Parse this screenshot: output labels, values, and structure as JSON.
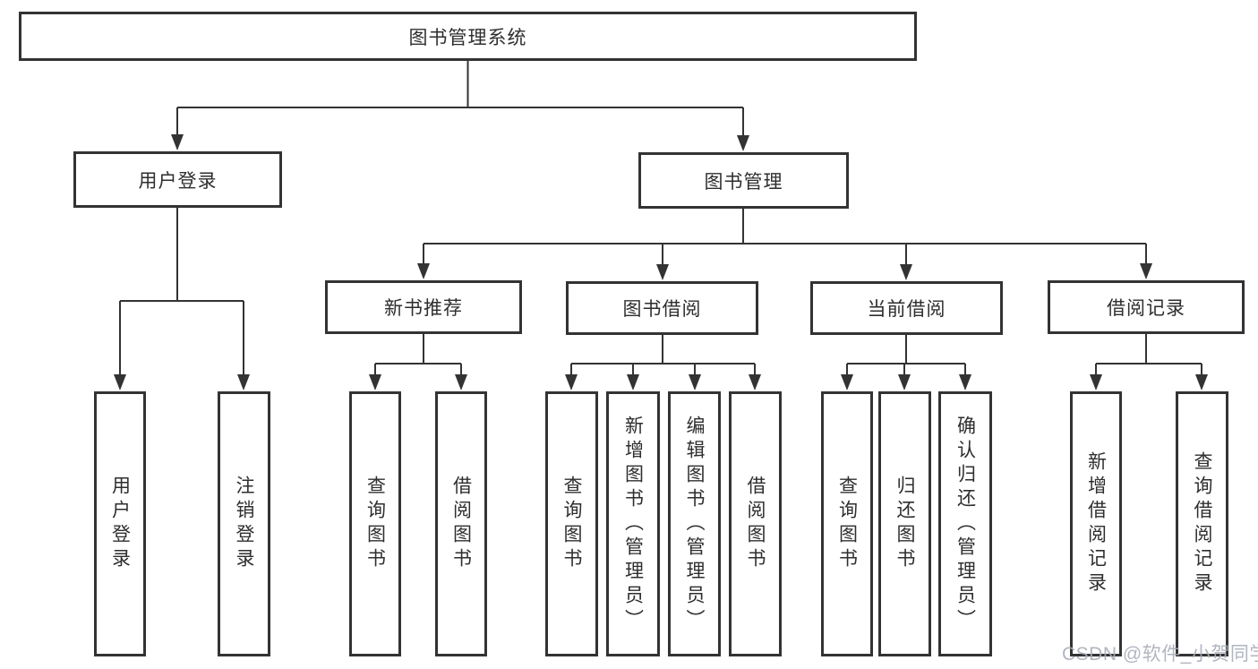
{
  "diagram": {
    "root": {
      "label": "图书管理系统",
      "children": [
        {
          "label": "用户登录",
          "children": [
            {
              "label": "用户登录"
            },
            {
              "label": "注销登录"
            }
          ]
        },
        {
          "label": "图书管理",
          "children": [
            {
              "label": "新书推荐",
              "children": [
                {
                  "label": "查询图书"
                },
                {
                  "label": "借阅图书"
                }
              ]
            },
            {
              "label": "图书借阅",
              "children": [
                {
                  "label": "查询图书"
                },
                {
                  "label": "新增图书（管理员）"
                },
                {
                  "label": "编辑图书（管理员）"
                },
                {
                  "label": "借阅图书"
                }
              ]
            },
            {
              "label": "当前借阅",
              "children": [
                {
                  "label": "查询图书"
                },
                {
                  "label": "归还图书"
                },
                {
                  "label": "确认归还（管理员）"
                }
              ]
            },
            {
              "label": "借阅记录",
              "children": [
                {
                  "label": "新增借阅记录"
                },
                {
                  "label": "查询借阅记录"
                }
              ]
            }
          ]
        }
      ]
    }
  },
  "watermark": {
    "text": "CSDN @软件_小贺同学",
    "color": "#a9aebb"
  },
  "colors": {
    "line": "#333333",
    "border": "#333333",
    "text": "#2e2e2e",
    "background": "#ffffff"
  }
}
